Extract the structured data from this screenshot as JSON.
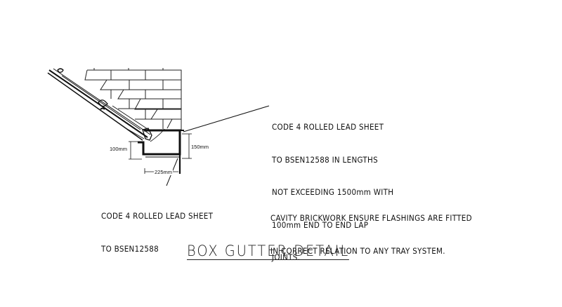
{
  "title": "BOX GUTTER DETAIL",
  "notes": {
    "upper_right": [
      "CODE 4 ROLLED LEAD SHEET",
      "TO BSEN12588 IN LENGTHS",
      "NOT EXCEEDING 1500mm WITH",
      "100mm END TO END LAP",
      "JOINTS."
    ],
    "lower_left": [
      "CODE 4 ROLLED LEAD SHEET",
      "TO BSEN12588"
    ],
    "lower_right": [
      "CAVITY BRICKWORK ENSURE FLASHINGS ARE FITTED",
      "IN CORRECT RELATION TO ANY TRAY SYSTEM."
    ]
  },
  "dimensions": {
    "upstand_left": "100mm",
    "upstand_right": "150mm",
    "sole_width": "225mm"
  },
  "colors": {
    "line": "#111111",
    "background": "#ffffff"
  }
}
